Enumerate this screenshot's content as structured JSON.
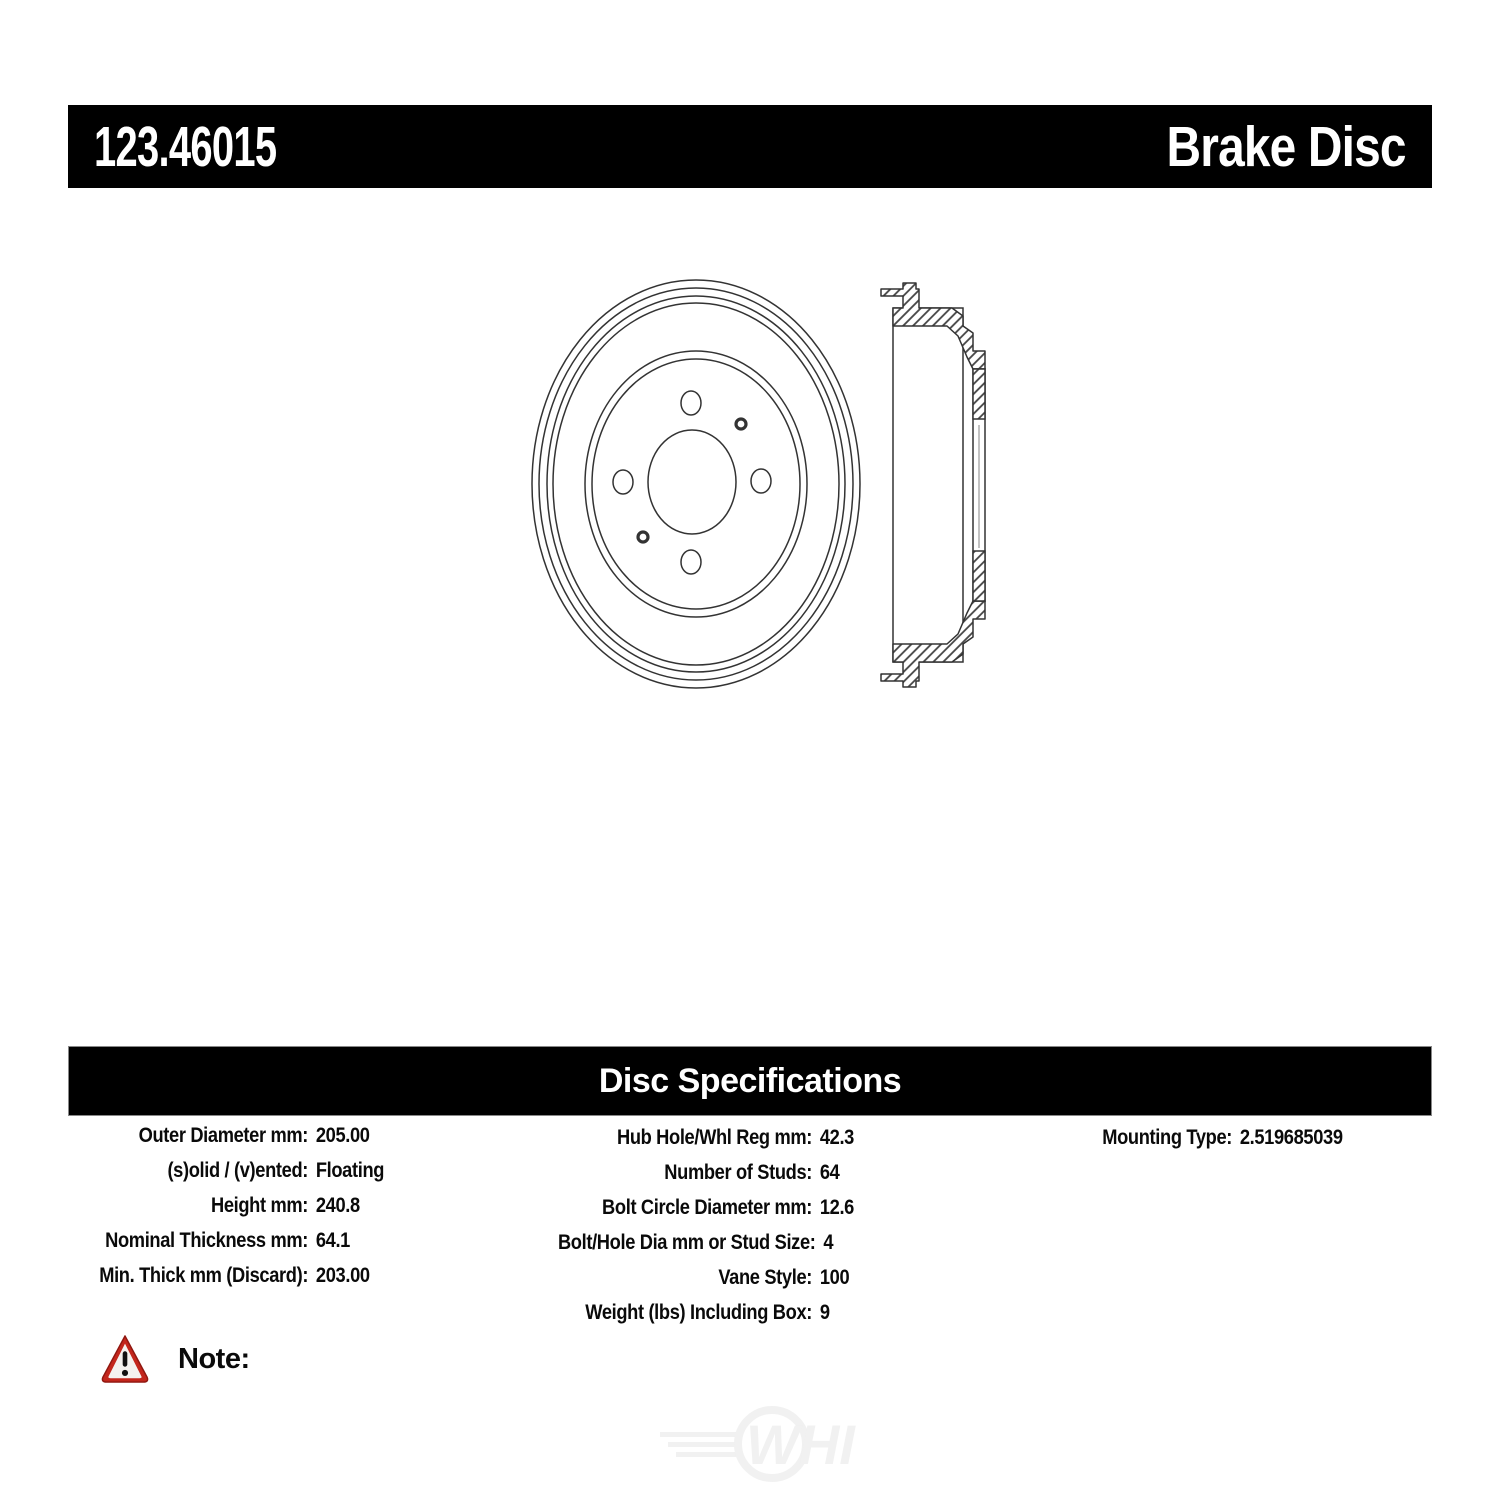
{
  "header": {
    "part_number": "123.46015",
    "product_name": "Brake Disc"
  },
  "specs": {
    "title": "Disc Specifications",
    "left": [
      {
        "label": "Outer Diameter mm:",
        "value": "205.00"
      },
      {
        "label": "(s)olid / (v)ented:",
        "value": "Floating"
      },
      {
        "label": "Height mm:",
        "value": "240.8"
      },
      {
        "label": "Nominal Thickness mm:",
        "value": "64.1"
      },
      {
        "label": "Min. Thick mm (Discard):",
        "value": "203.00"
      }
    ],
    "middle": [
      {
        "label": "Hub Hole/Whl Reg mm:",
        "value": "42.3"
      },
      {
        "label": "Number of Studs:",
        "value": "64"
      },
      {
        "label": "Bolt Circle Diameter mm:",
        "value": "12.6"
      },
      {
        "label": "Bolt/Hole Dia mm or Stud Size:",
        "value": "4"
      },
      {
        "label": "Vane Style:",
        "value": "100"
      },
      {
        "label": "Weight (lbs) Including Box:",
        "value": "9"
      }
    ],
    "right": [
      {
        "label": "Mounting Type:",
        "value": "2.519685039"
      }
    ]
  },
  "note": {
    "label": "Note:"
  },
  "watermark": {
    "text": "WHI"
  },
  "drawing": {
    "front_view": "brake drum front view",
    "section_view": "brake drum cross-section side view"
  },
  "colors": {
    "bar_background": "#000000",
    "bar_text": "#ffffff",
    "warning_red": "#c3261c",
    "line_art": "#333333"
  }
}
